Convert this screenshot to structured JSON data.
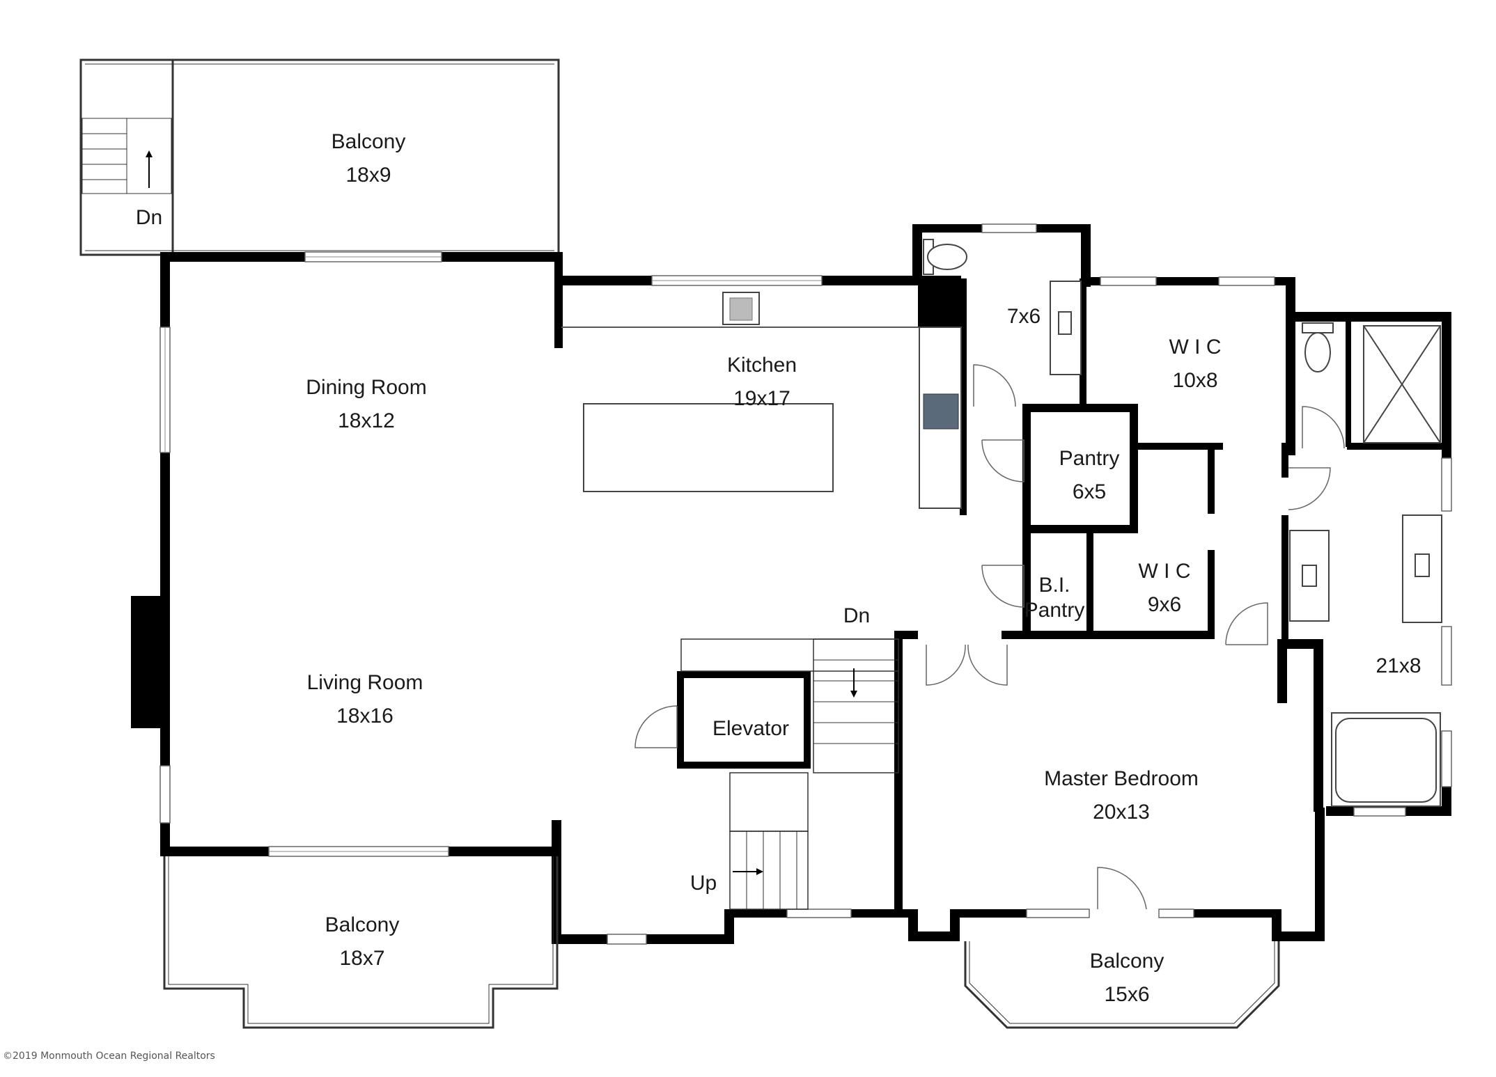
{
  "rooms": {
    "balcony_nw": {
      "name": "Balcony",
      "size": "18x9"
    },
    "dining": {
      "name": "Dining Room",
      "size": "18x12"
    },
    "kitchen": {
      "name": "Kitchen",
      "size": "19x17"
    },
    "living": {
      "name": "Living Room",
      "size": "18x16"
    },
    "balcony_sw": {
      "name": "Balcony",
      "size": "18x7"
    },
    "bath_7x6": {
      "size": "7x6"
    },
    "wic_10x8": {
      "name": "W I C",
      "size": "10x8"
    },
    "pantry": {
      "name": "Pantry",
      "size": "6x5"
    },
    "bi_pantry": {
      "name_1": "B.I.",
      "name_2": "Pantry"
    },
    "wic_9x6": {
      "name": "W I C",
      "size": "9x6"
    },
    "bath_21x8": {
      "size": "21x8"
    },
    "elevator": {
      "name": "Elevator"
    },
    "master": {
      "name": "Master Bedroom",
      "size": "20x13"
    },
    "balcony_se": {
      "name": "Balcony",
      "size": "15x6"
    }
  },
  "stairs": {
    "dn_top": "Dn",
    "dn_center": "Dn",
    "up": "Up"
  },
  "copyright": "©2019 Monmouth Ocean Regional Realtors"
}
